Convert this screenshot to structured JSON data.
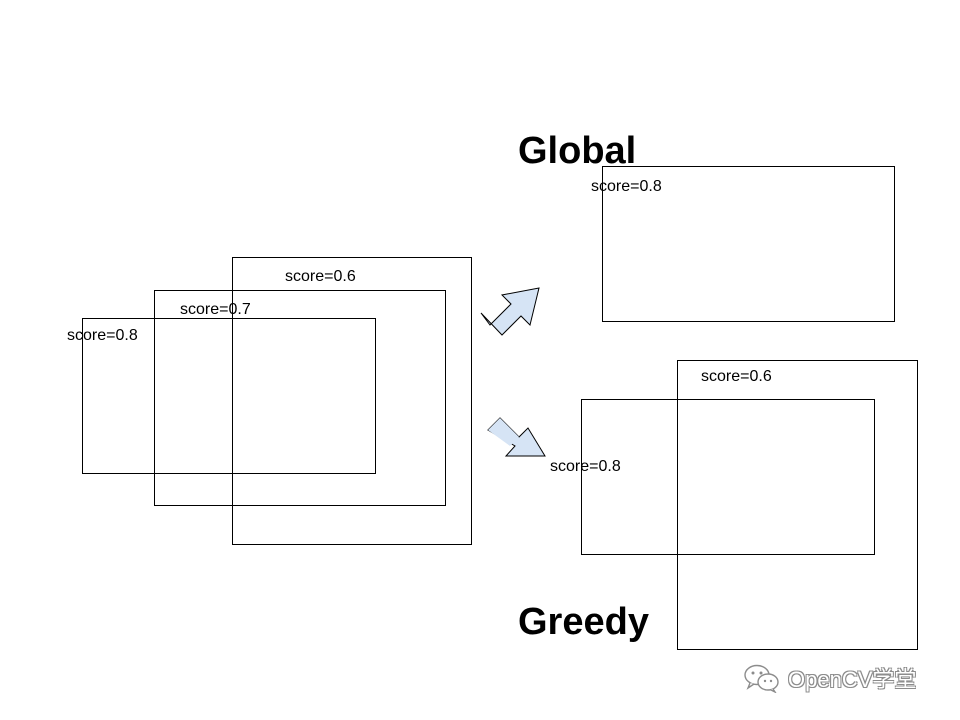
{
  "input": {
    "boxes": [
      {
        "label": "score=0.6"
      },
      {
        "label": "score=0.7"
      },
      {
        "label": "score=0.8"
      }
    ]
  },
  "global": {
    "title": "Global",
    "boxes": [
      {
        "label": "score=0.8"
      }
    ]
  },
  "greedy": {
    "title": "Greedy",
    "boxes": [
      {
        "label": "score=0.6"
      },
      {
        "label": "score=0.8"
      }
    ]
  },
  "arrows": {
    "fill": "#d6e4f5",
    "stroke": "#000000"
  },
  "watermark": {
    "text": "OpenCV学堂",
    "icon": "wechat-icon"
  }
}
